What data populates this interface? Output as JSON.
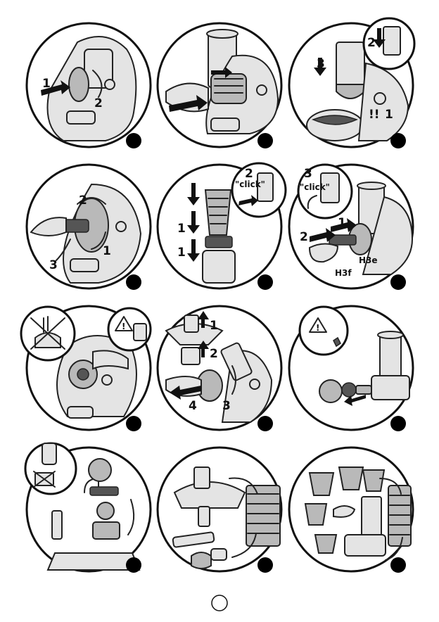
{
  "page": {
    "number_circle": ""
  },
  "panels": [
    {
      "id": 1,
      "labels": [
        "1",
        "2"
      ]
    },
    {
      "id": 2,
      "labels": []
    },
    {
      "id": 3,
      "labels": [
        "3",
        "2",
        "!!",
        "1"
      ]
    },
    {
      "id": 4,
      "labels": [
        "2",
        "1",
        "3"
      ]
    },
    {
      "id": 5,
      "labels": [
        "1",
        "1",
        "2",
        "\"click\""
      ]
    },
    {
      "id": 6,
      "labels": [
        "3",
        "\"click\"",
        "2",
        "1",
        "H3e",
        "H3f"
      ]
    },
    {
      "id": 7,
      "labels": []
    },
    {
      "id": 8,
      "labels": [
        "1",
        "2",
        "4",
        "3"
      ]
    },
    {
      "id": 9,
      "labels": []
    },
    {
      "id": 10,
      "labels": []
    },
    {
      "id": 11,
      "labels": []
    },
    {
      "id": 12,
      "labels": []
    }
  ],
  "icons": {
    "warning": "warning-triangle-icon",
    "no_dishwasher": "no-dishwasher-icon",
    "unplug": "unplug-icon"
  },
  "colors": {
    "ink": "#111111",
    "light_grey": "#e4e4e4",
    "mid_grey": "#b9b9b9",
    "badge": "#000000"
  }
}
